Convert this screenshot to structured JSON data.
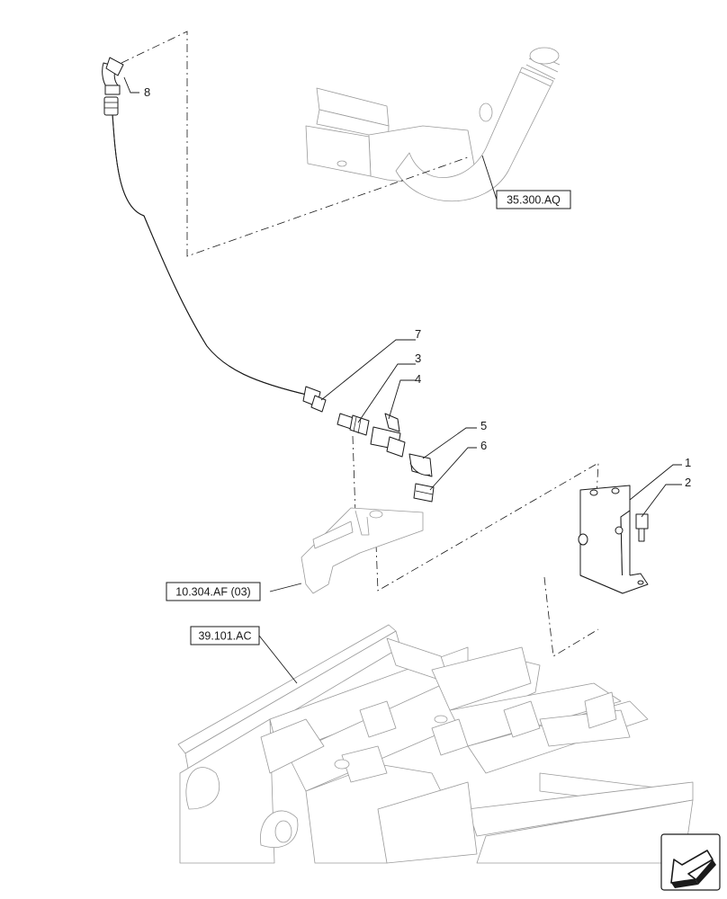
{
  "diagram": {
    "callouts": [
      {
        "id": "c1",
        "label": "1"
      },
      {
        "id": "c2",
        "label": "2"
      },
      {
        "id": "c3",
        "label": "3"
      },
      {
        "id": "c4",
        "label": "4"
      },
      {
        "id": "c5",
        "label": "5"
      },
      {
        "id": "c6",
        "label": "6"
      },
      {
        "id": "c7",
        "label": "7"
      },
      {
        "id": "c8",
        "label": "8"
      }
    ],
    "references": [
      {
        "id": "r1",
        "label": "35.300.AQ"
      },
      {
        "id": "r2",
        "label": "10.304.AF (03)"
      },
      {
        "id": "r3",
        "label": "39.101.AC"
      }
    ],
    "orientation_icon": "front-direction-arrow-icon"
  }
}
